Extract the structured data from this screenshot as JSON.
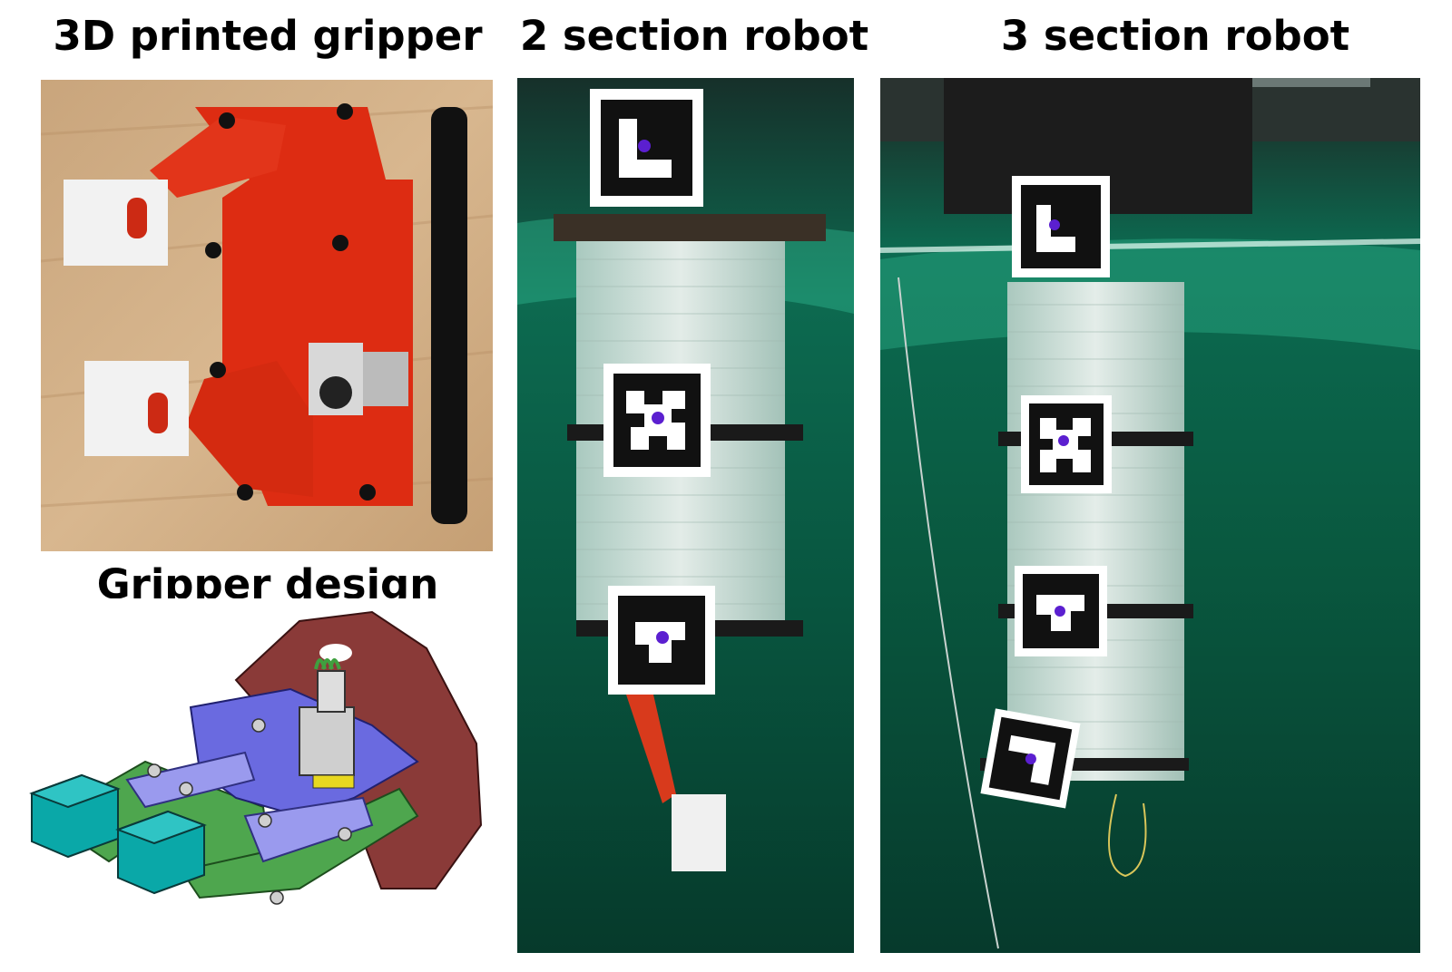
{
  "figure": {
    "panels": [
      {
        "title": "3D printed gripper"
      },
      {
        "title": "2 section robot"
      },
      {
        "title": "3 section robot"
      },
      {
        "title": "Gripper design"
      }
    ]
  },
  "colors": {
    "gripper_red": "#dd2c12",
    "tray_green": "#086b4c",
    "cad_blue": "#6a6ae0",
    "cad_teal": "#0aa8a8",
    "cad_green": "#4ea64e",
    "cad_maroon": "#8a3a38",
    "marker_dot": "#5b1fd0"
  }
}
